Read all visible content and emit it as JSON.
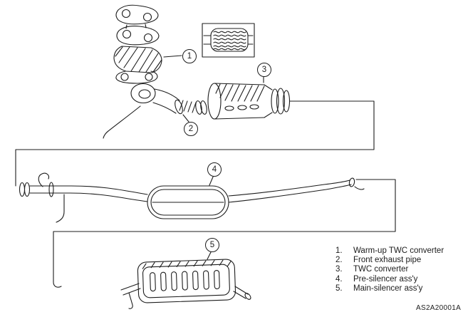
{
  "diagram": {
    "callouts": [
      {
        "number": "1"
      },
      {
        "number": "2"
      },
      {
        "number": "3"
      },
      {
        "number": "4"
      },
      {
        "number": "5"
      }
    ],
    "legend": [
      {
        "num": "1.",
        "label": "Warm-up TWC converter"
      },
      {
        "num": "2.",
        "label": "Front exhaust pipe"
      },
      {
        "num": "3.",
        "label": "TWC converter"
      },
      {
        "num": "4.",
        "label": "Pre-silencer ass'y"
      },
      {
        "num": "5.",
        "label": "Main-silencer ass'y"
      }
    ],
    "part_code": "AS2A20001A",
    "colors": {
      "line": "#1c1c1c",
      "background": "#ffffff"
    }
  }
}
